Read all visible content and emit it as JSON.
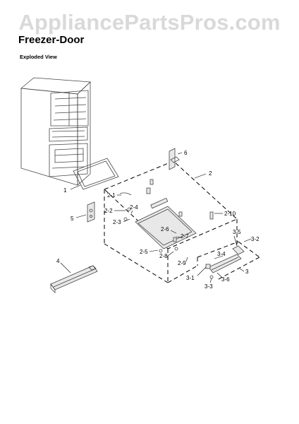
{
  "watermark": "AppliancePartsPros.com",
  "title": "Freezer-Door",
  "subtitle": "Exploded View",
  "callouts": {
    "c1": "1",
    "c2": "2",
    "c2_1": "2-1",
    "c2_2": "2-2",
    "c2_3": "2-3",
    "c2_4": "2-4",
    "c2_5": "2-5",
    "c2_6": "2-6",
    "c2_7": "2-7",
    "c2_8": "2-8",
    "c2_9": "2-9",
    "c2_10": "2-10",
    "c3": "3",
    "c3_1": "3-1",
    "c3_2": "3-2",
    "c3_3": "3-3",
    "c3_4": "3-4",
    "c3_5": "3-5",
    "c3_6": "3-6",
    "c4": "4",
    "c5": "5",
    "c6": "6"
  }
}
